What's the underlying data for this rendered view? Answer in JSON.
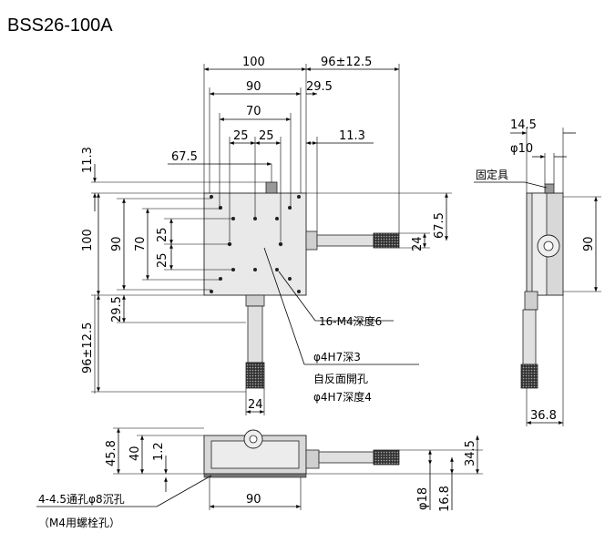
{
  "title": "BSS26-100A",
  "dims_top": {
    "w100": "100",
    "w90": "90",
    "w70": "70",
    "w25a": "25",
    "w25b": "25",
    "w67_5": "67.5",
    "w96": "96±12.5",
    "w29_5": "29.5",
    "w11_3": "11.3",
    "h11_3": "11.3",
    "h100": "100",
    "h90": "90",
    "h70": "70",
    "h25a": "25",
    "h25b": "25",
    "h24": "24",
    "h67_5": "67.5",
    "h96": "96±12.5",
    "h29_5": "29.5",
    "w24": "24"
  },
  "notes": {
    "holes": "16-M4深度6",
    "dowel": "φ4H7深3",
    "back_line1": "自反面開孔",
    "back_line2": "φ4H7深度4"
  },
  "side": {
    "w14_5": "14.5",
    "phi10": "φ10",
    "fixture": "固定具",
    "h90": "90",
    "w36_8": "36.8"
  },
  "front": {
    "h45_8": "45.8",
    "h40": "40",
    "h1_2": "1.2",
    "w90": "90",
    "h34_5": "34.5",
    "phi18": "φ18",
    "h16_8": "16.8",
    "mount1": "4-4.5通孔φ8沉孔",
    "mount2": "（M4用螺栓孔）"
  }
}
